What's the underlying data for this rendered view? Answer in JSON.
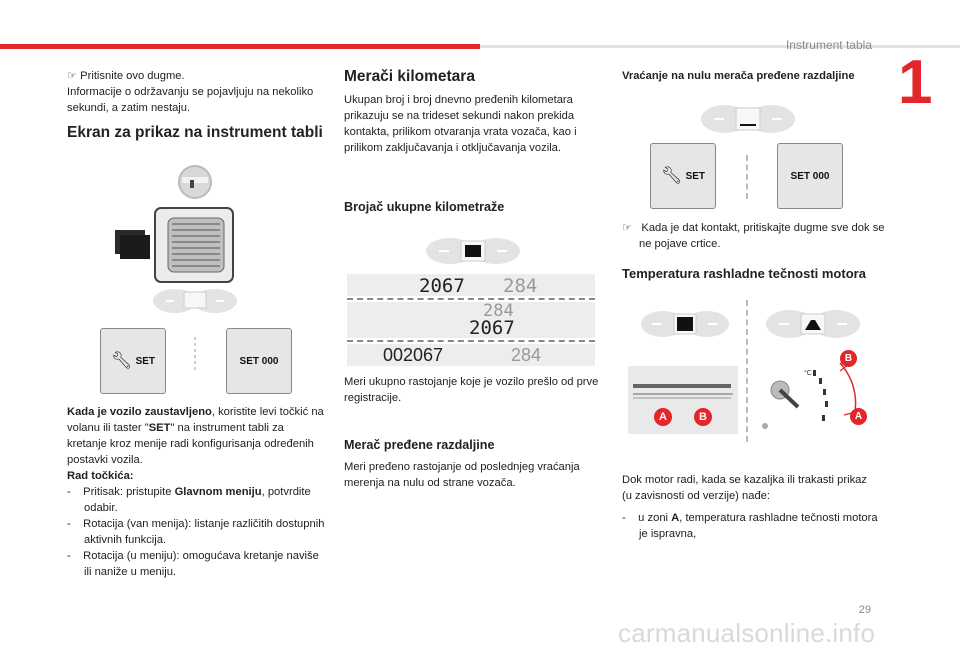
{
  "header": {
    "section_title": "Instrument tabla",
    "chapter_number": "1"
  },
  "footer": {
    "page_number": "29",
    "watermark": "carmanualsonline.info"
  },
  "col1": {
    "intro_line1": "Pritisnite ovo dugme.",
    "intro_line2": "Informacije o održavanju se pojavljuju na nekoliko sekundi, a zatim nestaju.",
    "screen_heading": "Ekran za prikaz na instrument tabli",
    "set_label": "SET",
    "set000_label": "SET 000",
    "vehicle_stopped_bold": "Kada je vozilo zaustavljeno",
    "vehicle_stopped_text_a": ", koristite levi točkić na volanu ili taster \"",
    "vehicle_stopped_set": "SET",
    "vehicle_stopped_text_b": "\" na instrument tabli za kretanje kroz menije radi konfigurisanja određenih postavki vozila.",
    "wheel_heading": "Rad točkića:",
    "items": [
      {
        "a": "Pritisak: pristupite ",
        "b": "Glavnom meniju",
        "c": ", potvrdite odabir."
      },
      {
        "a": "Rotacija (van menija): listanje različitih dostupnih aktivnih funkcija.",
        "b": "",
        "c": ""
      },
      {
        "a": "Rotacija (u meniju): omogućava kretanje naviše ili naniže u meniju.",
        "b": "",
        "c": ""
      }
    ]
  },
  "col2": {
    "meters_heading": "Merači kilometara",
    "meters_text": "Ukupan broj i broj dnevno pređenih kilometara prikazuju se na trideset sekundi nakon prekida kontakta, prilikom otvaranja vrata vozača, kao i prilikom zaključavanja i otključavanja vozila.",
    "total_heading": "Brojač ukupne kilometraže",
    "odo": {
      "total": "2067",
      "trip": "284",
      "total_full": "002067"
    },
    "total_text": "Meri ukupno rastojanje koje je vozilo prešlo od prve registracije.",
    "trip_heading": "Merač pređene razdaljine",
    "trip_text": "Meri pređeno rastojanje od poslednjeg vraćanja merenja na nulu od strane vozača."
  },
  "col3": {
    "reset_heading": "Vraćanje na nulu merača pređene razdaljine",
    "set_label": "SET",
    "set000_label": "SET 000",
    "reset_text": "Kada je dat kontakt, pritiskajte dugme sve dok se ne pojave crtice.",
    "coolant_heading": "Temperatura rashladne tečnosti motora",
    "label_a": "A",
    "label_b": "B",
    "gauge_unit": "°C",
    "engine_text": "Dok motor radi, kada se kazaljka ili trakasti prikaz (u zavisnosti od verzije) nađe:",
    "item_a_pre": "u zoni ",
    "item_a_bold": "A",
    "item_a_post": ", temperatura rashladne tečnosti motora je ispravna,"
  },
  "colors": {
    "accent": "#e3262a"
  },
  "icons": {
    "bullet": "finger-pointer-icon",
    "wrench": "wrench-icon"
  }
}
